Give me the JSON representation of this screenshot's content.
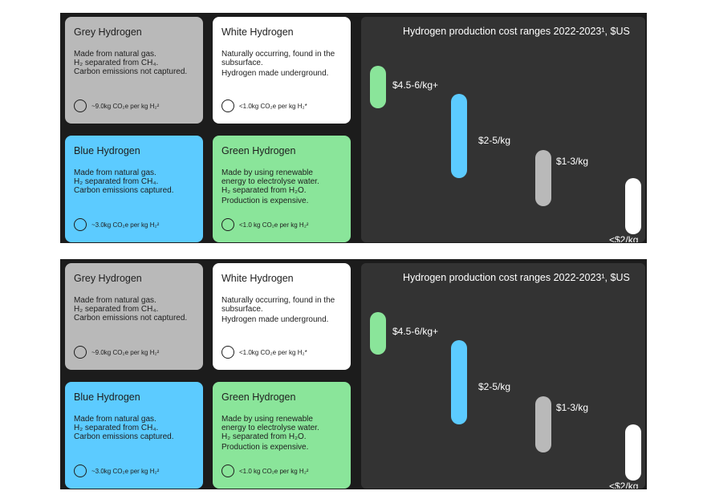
{
  "cards": {
    "grey": {
      "title": "Grey Hydrogen",
      "lines": [
        "Made from natural gas.",
        "H₂ separated from CH₄.",
        "Carbon emissions not captured."
      ],
      "emissions": "~9.0kg CO₂e per kg H₂²",
      "color": "#b9b9b9"
    },
    "white": {
      "title": "White Hydrogen",
      "lines": [
        "Naturally occurring, found in the",
        "subsurface.",
        "Hydrogen made underground."
      ],
      "emissions": "<1.0kg CO₂e per kg H₂*",
      "color": "#ffffff"
    },
    "blue": {
      "title": "Blue Hydrogen",
      "lines": [
        "Made from natural gas.",
        "H₂ separated from CH₄.",
        "Carbon emissions captured."
      ],
      "emissions": "~3.0kg CO₂e per kg H₂²",
      "color": "#5ccbff"
    },
    "green": {
      "title": "Green Hydrogen",
      "lines": [
        "Made by using renewable",
        "energy to electrolyse water.",
        "H₂ separated from H₂O.",
        "Production is expensive."
      ],
      "emissions": "<1.0 kg CO₂e per kg H₂²",
      "color": "#8ae59a"
    }
  },
  "chart_data": {
    "type": "bar",
    "title": "Hydrogen production cost ranges 2022-2023¹, $US",
    "unit": "$US/kg",
    "categories": [
      "Grey Hydrogen",
      "Blue Hydrogen",
      "Green Hydrogen",
      "White Hydrogen"
    ],
    "series": [
      {
        "ranges": [
          [
            1,
            3
          ],
          [
            2,
            5
          ],
          [
            4.5,
            6
          ],
          [
            0,
            2
          ]
        ],
        "labels": [
          "$1-3/kg",
          "$2-5/kg",
          "$4.5-6/kg+",
          "<$2/kg"
        ],
        "colors": [
          "#b9b9b9",
          "#5ccbff",
          "#8ae59a",
          "#ffffff"
        ]
      }
    ],
    "ylim": [
      0,
      6.5
    ],
    "grid": false,
    "legend": "none"
  }
}
